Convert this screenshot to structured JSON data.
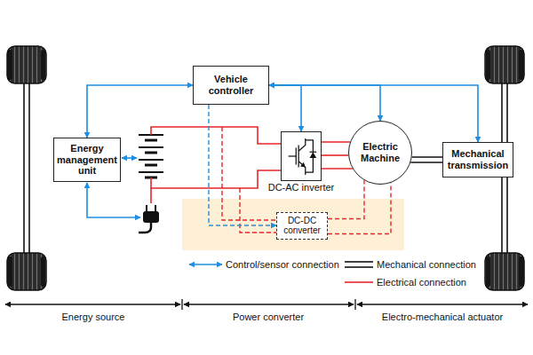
{
  "diagram": {
    "nodes": [
      {
        "text": [
          "Vehicle controller"
        ]
      },
      {
        "text": [
          "Energy management unit"
        ]
      },
      {
        "text": [
          "DC-AC inverter"
        ]
      },
      {
        "text": [
          "Electric Machine"
        ]
      },
      {
        "text": [
          "Mechanical transmission"
        ]
      },
      {
        "text": [
          "DC-DC converter"
        ]
      }
    ],
    "edges": [
      {
        "from": 0,
        "to": 1,
        "arrow": "both"
      },
      {
        "from": 0,
        "to": 2,
        "arrow": "both"
      },
      {
        "from": 0,
        "to": 3,
        "arrow": "both"
      },
      {
        "from": 0,
        "to": 4,
        "arrow": "both"
      },
      {
        "from": 0,
        "to": 5,
        "arrow": "to"
      },
      {
        "from": 2,
        "to": 3,
        "arrow": "none"
      },
      {
        "from": 5,
        "to": 3,
        "arrow": "none"
      },
      {
        "from": 3,
        "to": 4,
        "arrow": "none"
      }
    ],
    "labels": [
      "Energy source",
      "Power converter",
      "Electro-mechanical actuator"
    ],
    "legend": [
      {
        "text": "Control/sensor connection"
      },
      {
        "text": "Mechanical connection"
      },
      {
        "text": "Electrical connection"
      }
    ]
  }
}
